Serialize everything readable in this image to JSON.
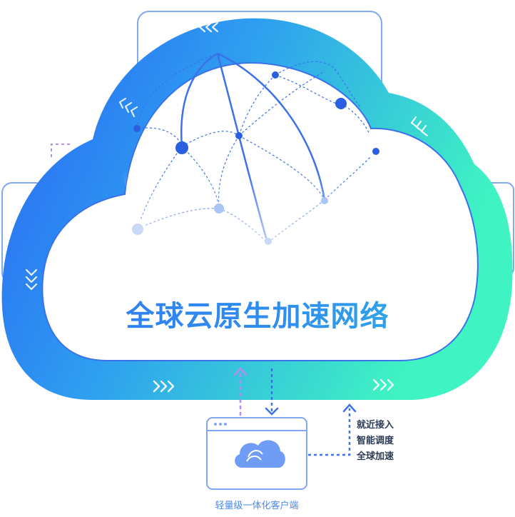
{
  "title": "全球云原生加速网络",
  "features": [
    "就近接入",
    "智能调度",
    "全球加速"
  ],
  "client_label": "轻量级一体化客户端",
  "colors": {
    "ring_start": "#2a6cf5",
    "ring_end": "#3df2c0",
    "line": "#3b72e8",
    "accent_purple": "#b58cf2",
    "text_dark": "#2c3a55"
  },
  "icons": [
    "chevron-left-icon",
    "chevron-right-icon",
    "chevron-down-icon",
    "cloud-logo-icon"
  ]
}
